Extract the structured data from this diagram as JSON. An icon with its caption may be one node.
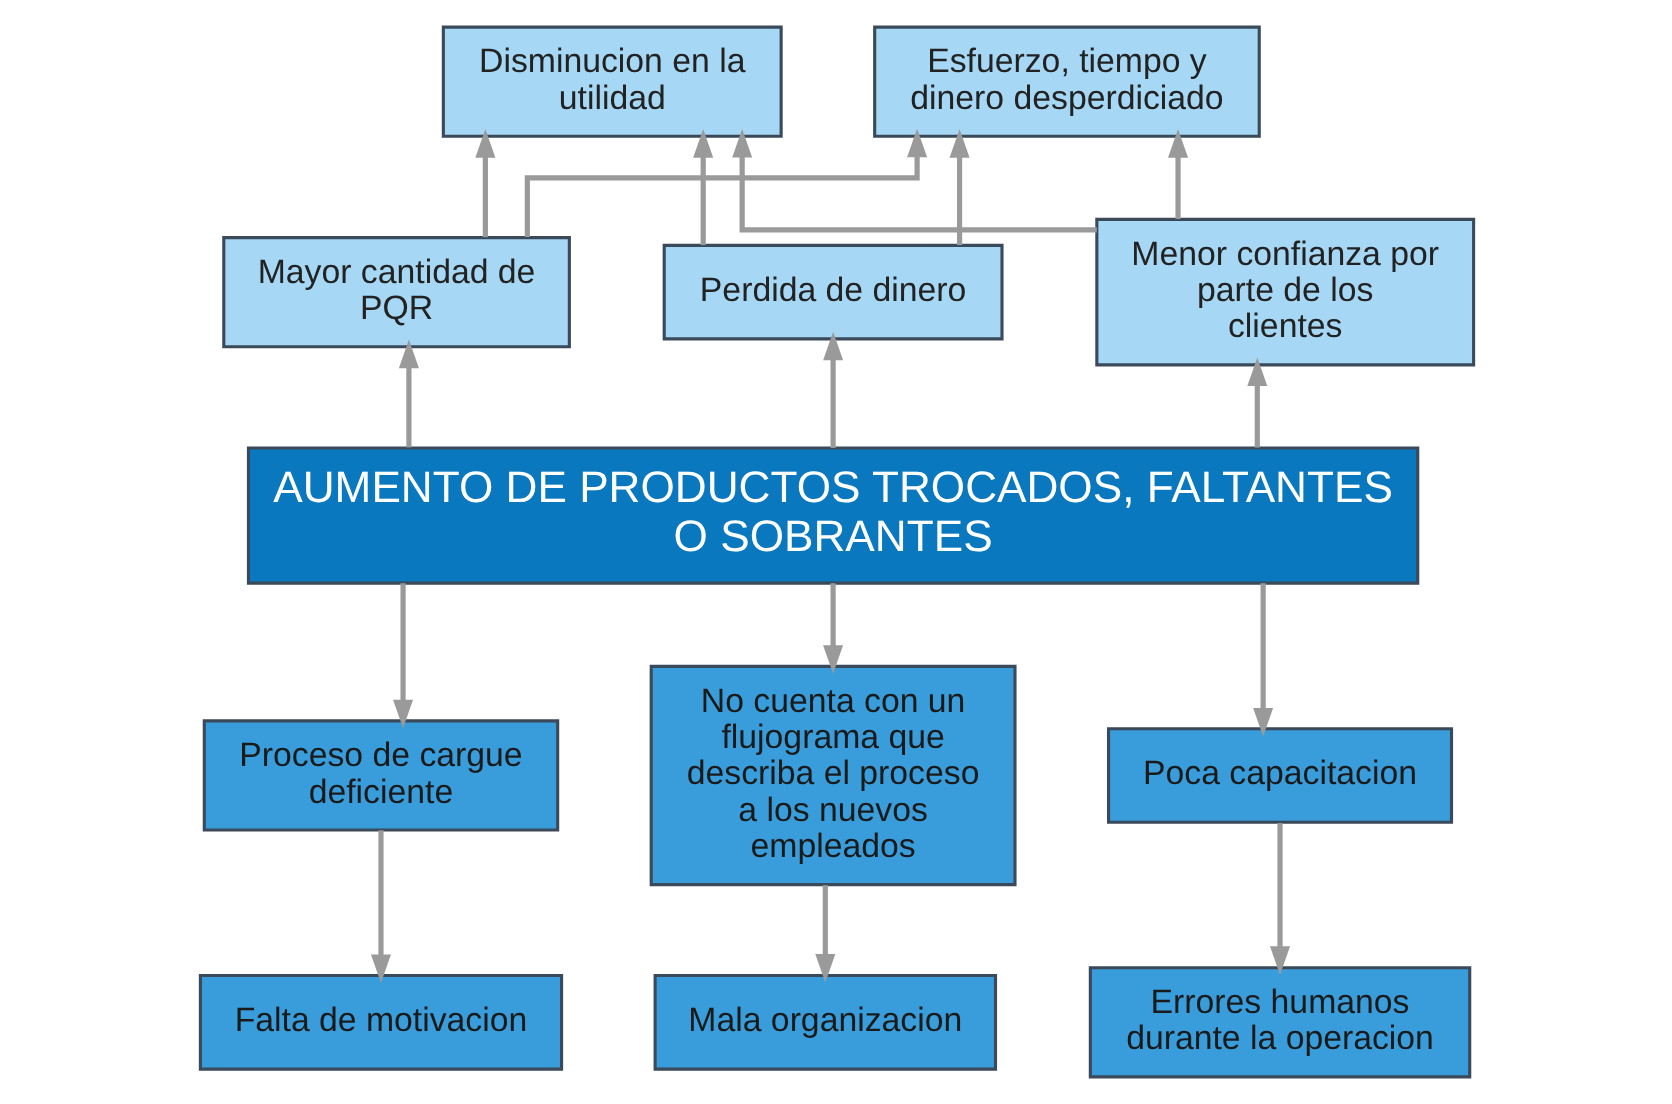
{
  "diagram": {
    "nodes": [
      {
        "text": [
          "Disminucion en la utilidad"
        ]
      },
      {
        "text": [
          "Esfuerzo, tiempo y dinero desperdiciado"
        ]
      },
      {
        "text": [
          "Mayor cantidad de PQR"
        ]
      },
      {
        "text": [
          "Perdida de dinero"
        ]
      },
      {
        "text": [
          "Menor confianza por parte de los clientes"
        ]
      },
      {
        "text": [
          "AUMENTO DE PRODUCTOS TROCADOS, FALTANTES O SOBRANTES"
        ]
      },
      {
        "text": [
          "Proceso de cargue deficiente"
        ]
      },
      {
        "text": [
          "No cuenta con un flujograma que describa el proceso a los nuevos empleados"
        ]
      },
      {
        "text": [
          "Poca capacitacion"
        ]
      },
      {
        "text": [
          "Falta de motivacion"
        ]
      },
      {
        "text": [
          "Mala organizacion"
        ]
      },
      {
        "text": [
          "Errores humanos durante la operacion"
        ]
      }
    ],
    "edges": [
      {
        "from": 5,
        "to": 2,
        "arrow": "to"
      },
      {
        "from": 5,
        "to": 3,
        "arrow": "to"
      },
      {
        "from": 5,
        "to": 4,
        "arrow": "to"
      },
      {
        "from": 2,
        "to": 0,
        "arrow": "to"
      },
      {
        "from": 2,
        "to": 1,
        "arrow": "to"
      },
      {
        "from": 3,
        "to": 0,
        "arrow": "to"
      },
      {
        "from": 3,
        "to": 1,
        "arrow": "to"
      },
      {
        "from": 4,
        "to": 0,
        "arrow": "to"
      },
      {
        "from": 4,
        "to": 1,
        "arrow": "to"
      },
      {
        "from": 5,
        "to": 6,
        "arrow": "to"
      },
      {
        "from": 5,
        "to": 7,
        "arrow": "to"
      },
      {
        "from": 5,
        "to": 8,
        "arrow": "to"
      },
      {
        "from": 6,
        "to": 9,
        "arrow": "to"
      },
      {
        "from": 7,
        "to": 10,
        "arrow": "to"
      },
      {
        "from": 8,
        "to": 11,
        "arrow": "to"
      }
    ]
  }
}
